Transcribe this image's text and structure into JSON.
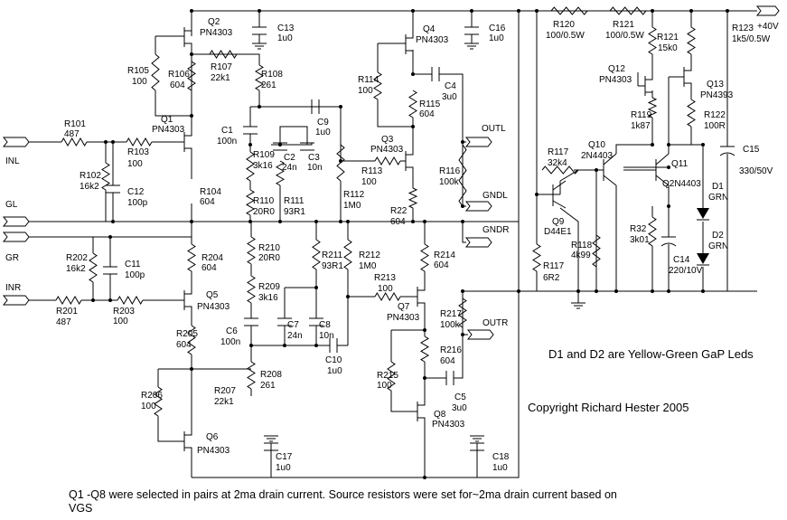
{
  "schematic": {
    "colors": {
      "ink": "#000000",
      "background": "#ffffff"
    },
    "ports": [
      {
        "id": "inl",
        "label": "INL"
      },
      {
        "id": "gl",
        "label": "GL"
      },
      {
        "id": "gr",
        "label": "GR"
      },
      {
        "id": "inr",
        "label": "INR"
      },
      {
        "id": "outl",
        "label": "OUTL"
      },
      {
        "id": "gndl",
        "label": "GNDL"
      },
      {
        "id": "gndr",
        "label": "GNDR"
      },
      {
        "id": "outr",
        "label": "OUTR"
      },
      {
        "id": "supply",
        "label": "+40V"
      }
    ],
    "transistors": [
      {
        "ref": "Q2",
        "part": "PN4303"
      },
      {
        "ref": "Q4",
        "part": "PN4303"
      },
      {
        "ref": "Q1",
        "part": "PN4303"
      },
      {
        "ref": "Q3",
        "part": "PN4303"
      },
      {
        "ref": "Q5",
        "part": "PN4303"
      },
      {
        "ref": "Q7",
        "part": "PN4303"
      },
      {
        "ref": "Q6",
        "part": "PN4303"
      },
      {
        "ref": "Q8",
        "part": "PN4303"
      },
      {
        "ref": "Q12",
        "part": "PN4303"
      },
      {
        "ref": "Q13",
        "part": "PN4393"
      },
      {
        "ref": "Q10",
        "part": "2N4403"
      },
      {
        "ref": "Q11",
        "part": "Q2N4403"
      },
      {
        "ref": "Q9",
        "part": "D44E1"
      }
    ],
    "resistors": [
      {
        "ref": "R105",
        "value": "100"
      },
      {
        "ref": "R106",
        "value": "604"
      },
      {
        "ref": "R107",
        "value": "22k1"
      },
      {
        "ref": "R108",
        "value": "261"
      },
      {
        "ref": "R101",
        "value": "487"
      },
      {
        "ref": "R103",
        "value": "100"
      },
      {
        "ref": "R102",
        "value": "16k2"
      },
      {
        "ref": "R104",
        "value": "604"
      },
      {
        "ref": "R109",
        "value": "3k16"
      },
      {
        "ref": "R110",
        "value": "20R0"
      },
      {
        "ref": "R111",
        "value": "93R1"
      },
      {
        "ref": "R112",
        "value": "1M0"
      },
      {
        "ref": "R114",
        "value": "100"
      },
      {
        "ref": "R115",
        "value": "604"
      },
      {
        "ref": "R113",
        "value": "100"
      },
      {
        "ref": "R116",
        "value": "100k"
      },
      {
        "ref": "R22",
        "value": "604"
      },
      {
        "ref": "R202",
        "value": "16k2"
      },
      {
        "ref": "R201",
        "value": "487"
      },
      {
        "ref": "R203",
        "value": "100"
      },
      {
        "ref": "R204",
        "value": "604"
      },
      {
        "ref": "R205",
        "value": "604"
      },
      {
        "ref": "R206",
        "value": "100"
      },
      {
        "ref": "R207",
        "value": "22k1"
      },
      {
        "ref": "R208",
        "value": "261"
      },
      {
        "ref": "R210",
        "value": "20R0"
      },
      {
        "ref": "R209",
        "value": "3k16"
      },
      {
        "ref": "R211",
        "value": "93R1"
      },
      {
        "ref": "R212",
        "value": "1M0"
      },
      {
        "ref": "R213",
        "value": "100"
      },
      {
        "ref": "R214",
        "value": "604"
      },
      {
        "ref": "R217",
        "value": "100k"
      },
      {
        "ref": "R216",
        "value": "604"
      },
      {
        "ref": "R215",
        "value": "100"
      },
      {
        "ref": "R120",
        "value": "100/0.5W"
      },
      {
        "ref": "R121",
        "value": "100/0.5W"
      },
      {
        "ref": "R121",
        "value": "15k0"
      },
      {
        "ref": "R123",
        "value": "1k5/0.5W"
      },
      {
        "ref": "R119",
        "value": "1k87"
      },
      {
        "ref": "R122",
        "value": "100R"
      },
      {
        "ref": "R117",
        "value": "32k4"
      },
      {
        "ref": "R118",
        "value": "4k99"
      },
      {
        "ref": "R32",
        "value": "3k01"
      },
      {
        "ref": "R117",
        "value": "6R2"
      }
    ],
    "capacitors": [
      {
        "ref": "C13",
        "value": "1u0"
      },
      {
        "ref": "C16",
        "value": "1u0"
      },
      {
        "ref": "C4",
        "value": "3u0"
      },
      {
        "ref": "C1",
        "value": "100n"
      },
      {
        "ref": "C9",
        "value": "1u0"
      },
      {
        "ref": "C2",
        "value": "24n"
      },
      {
        "ref": "C3",
        "value": "10n"
      },
      {
        "ref": "C12",
        "value": "100p"
      },
      {
        "ref": "C11",
        "value": "100p"
      },
      {
        "ref": "C6",
        "value": "100n"
      },
      {
        "ref": "C7",
        "value": "24n"
      },
      {
        "ref": "C8",
        "value": "10n"
      },
      {
        "ref": "C10",
        "value": "1u0"
      },
      {
        "ref": "C5",
        "value": "3u0"
      },
      {
        "ref": "C17",
        "value": "1u0"
      },
      {
        "ref": "C18",
        "value": "1u0"
      },
      {
        "ref": "C15",
        "value": "330/50V"
      },
      {
        "ref": "C14",
        "value": "220/10V"
      }
    ],
    "diodes": [
      {
        "ref": "D1",
        "value": "GRN"
      },
      {
        "ref": "D2",
        "value": "GRN"
      }
    ],
    "notes": {
      "leds": "D1 and D2 are Yellow-Green GaP Leds",
      "copyright": "Copyright Richard Hester 2005",
      "selection_line1": "Q1 -Q8 were selected in pairs at 2ma drain current. Source resistors were set for~2ma drain current based on",
      "selection_line2": "VGS"
    }
  }
}
